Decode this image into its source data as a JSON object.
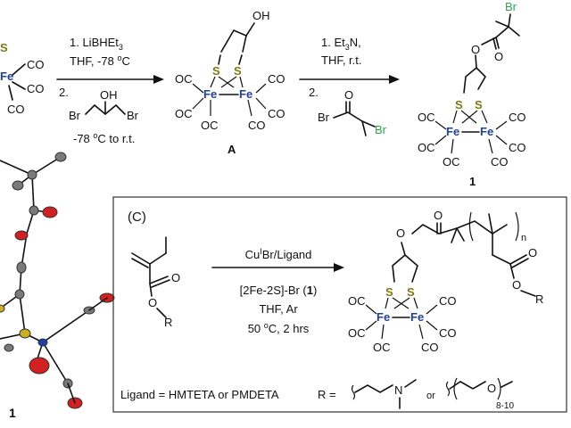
{
  "step1": {
    "line1": "1. LiBHEt",
    "line1_sub": "3",
    "line2": "THF, -78 ",
    "line2_sup": "o",
    "line2_end": "C",
    "line3": "2.",
    "line4": "-78 ",
    "line4_sup": "o",
    "line4_end": "C to r.t."
  },
  "step2": {
    "line1": "1. Et",
    "line1_sub": "3",
    "line1_end": "N,",
    "line2": "THF, r.t.",
    "line3": "2."
  },
  "labels": {
    "compound_A": "A",
    "compound_1_top": "1",
    "compound_1_xray": "1",
    "panel_c": "(C)"
  },
  "atoms": {
    "fe": "Fe",
    "s": "S",
    "co": "CO",
    "oc": "OC",
    "oh": "OH",
    "br": "Br",
    "o": "O",
    "r": "R",
    "n": "N",
    "or": "or",
    "subscript_n": "n",
    "peg_sub": "8-10"
  },
  "polymerization": {
    "catalyst": "Cu",
    "catalyst_sup": "I",
    "catalyst_end": "Br/Ligand",
    "initiator": "[2Fe-2S]-Br (",
    "initiator_bold": "1",
    "initiator_end": ")",
    "solvent": "THF, Ar",
    "temp": "50 ",
    "temp_sup": "o",
    "temp_end": "C, 2 hrs"
  },
  "footer": {
    "ligand": "Ligand = HMTETA or PMDETA",
    "r_eq": "R ="
  },
  "colors": {
    "iron": "#1f3fa8",
    "sulfur": "#7b7a10",
    "bromine": "#2aa84a",
    "oxygen_atom": "#d32020",
    "carbon_atom": "#7a7a7a"
  }
}
